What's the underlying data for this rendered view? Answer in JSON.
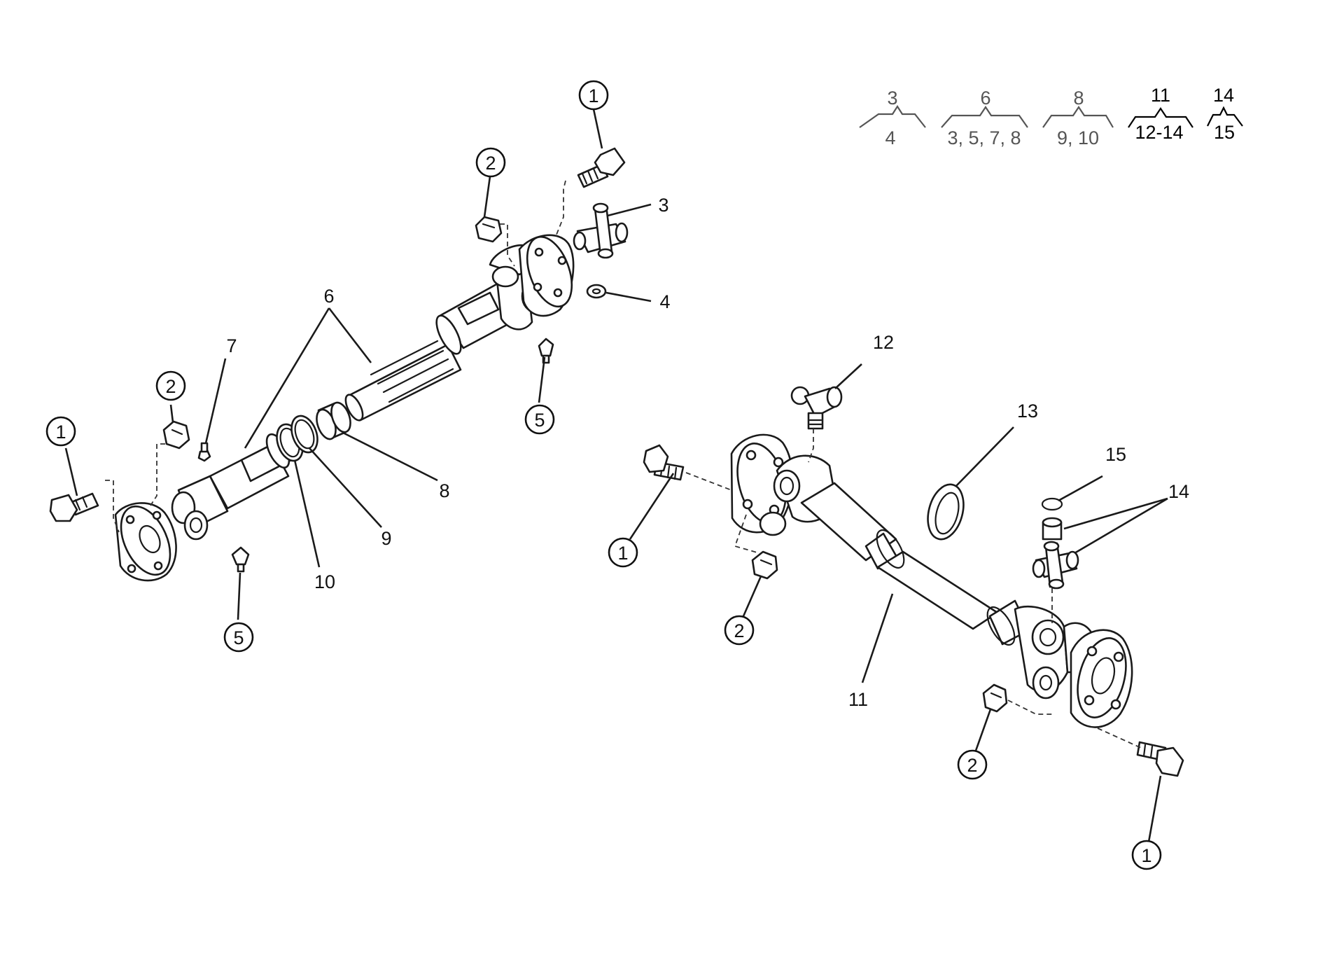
{
  "callouts": {
    "upper_bolt_1": "1",
    "upper_nut_2": "2",
    "spider_3": "3",
    "washer_4": "4",
    "nipple_5_upper": "5",
    "shaft_6": "6",
    "fitting_7": "7",
    "bush_8": "8",
    "ring_9": "9",
    "ring_10": "10",
    "left_bolt_1": "1",
    "left_nut_2": "2",
    "nipple_5_lower": "5",
    "fitting_12": "12",
    "ring_13": "13",
    "clip_15": "15",
    "cups_14": "14",
    "right_bolt_1": "1",
    "right_nut_2": "2",
    "shaft_11": "11",
    "lower_nut_2": "2",
    "lower_bolt_1": "1"
  },
  "key": [
    {
      "top": "3",
      "bottom": "4",
      "color": "#555555"
    },
    {
      "top": "6",
      "bottom": "3, 5, 7, 8",
      "color": "#555555"
    },
    {
      "top": "8",
      "bottom": "9, 10",
      "color": "#555555"
    },
    {
      "top": "11",
      "bottom": "12-14",
      "color": "#000000"
    },
    {
      "top": "14",
      "bottom": "15",
      "color": "#000000"
    }
  ]
}
